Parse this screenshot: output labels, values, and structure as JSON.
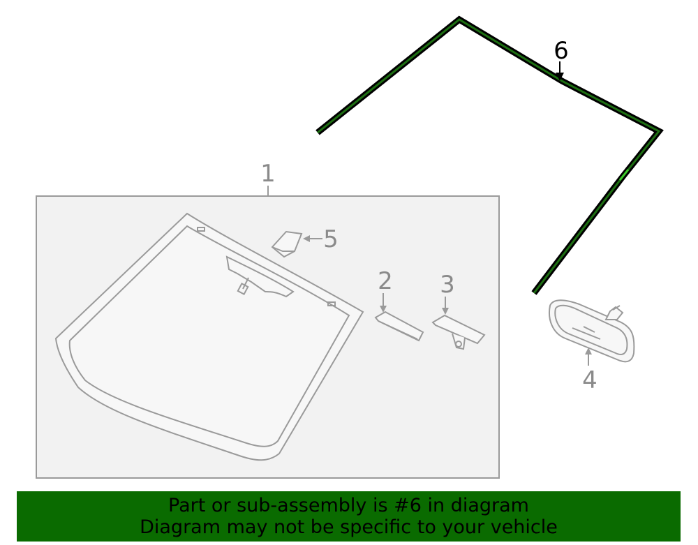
{
  "callouts": {
    "part1": "1",
    "part2": "2",
    "part3": "3",
    "part4": "4",
    "part5": "5",
    "part6": "6"
  },
  "banner": {
    "line1": "Part or sub-assembly is #6 in diagram",
    "line2": "Diagram may not be specific to your vehicle"
  },
  "colors": {
    "highlight": "#0a6b00",
    "line": "#9a9a9a",
    "panel": "#f2f2f2"
  }
}
